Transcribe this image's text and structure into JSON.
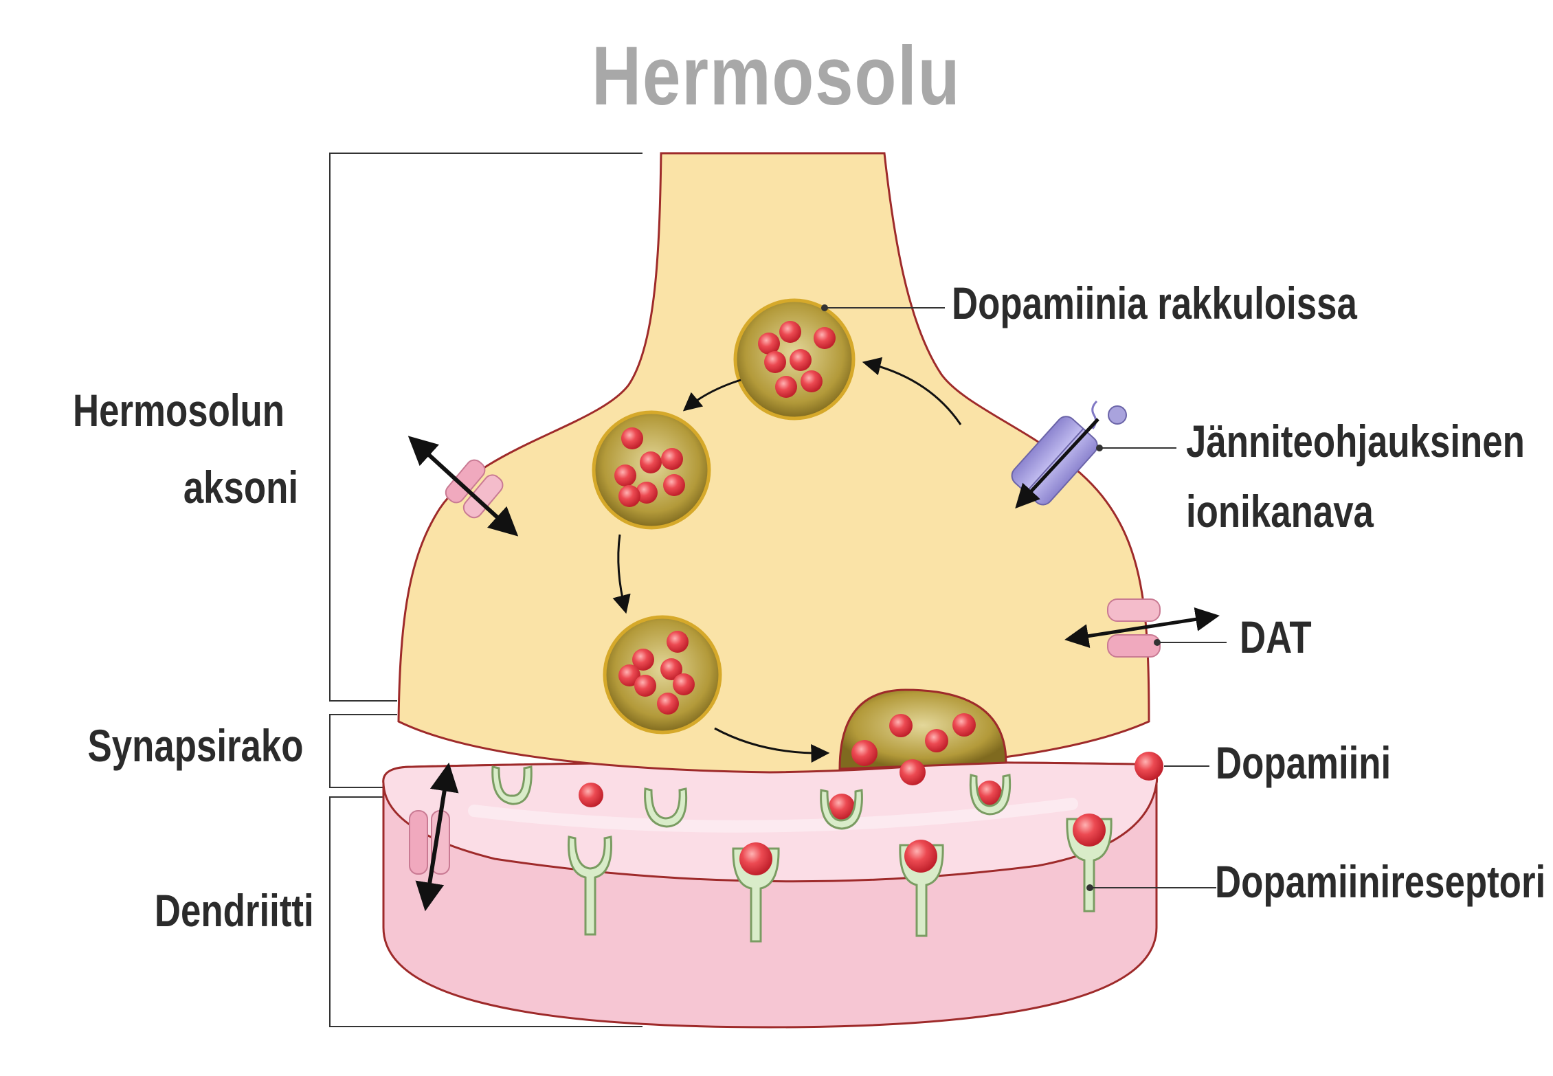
{
  "title": "Hermosolu",
  "labels": {
    "axon_line1": "Hermosolun",
    "axon_line2": "aksoni",
    "cleft": "Synapsirako",
    "dendrite": "Dendriitti",
    "vesicles": "Dopamiinia rakkuloissa",
    "ion_channel_line1": "Jänniteohjauksinen",
    "ion_channel_line2": "ionikanava",
    "dat": "DAT",
    "dopamine": "Dopamiini",
    "receptor": "Dopamiinireseptori"
  },
  "colors": {
    "axon_fill": "#fae3a7",
    "axon_stroke": "#9e2a2a",
    "dendrite_fill": "#f6c6d3",
    "dendrite_top": "#fbdde6",
    "dopamine": "#e63b46",
    "vesicle": "#8a7426",
    "receptor": "#d9ecc9",
    "ion_channel": "#a9a3dd",
    "transporter": "#f0a9be",
    "title": "#a8a8a8"
  }
}
